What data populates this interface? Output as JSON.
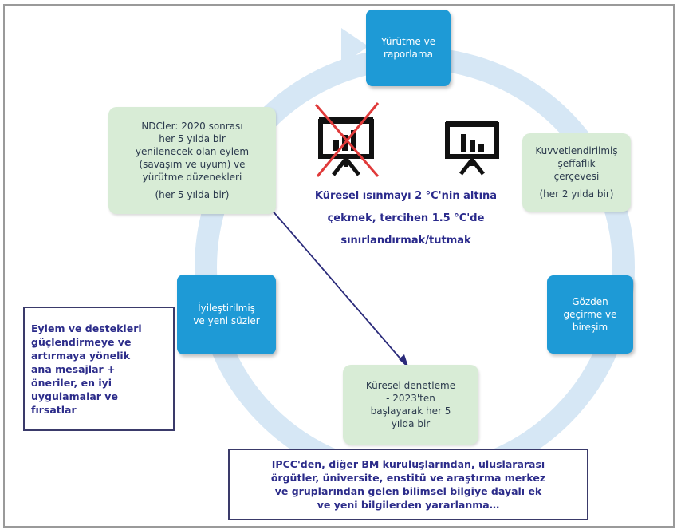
{
  "boxes": {
    "yurutme": [
      "Yürütme ve",
      "raporlama"
    ],
    "ndc": [
      "NDCler: 2020 sonrası",
      "her 5 yılda bir",
      "yenilenecek olan eylem",
      "(savaşım ve uyum) ve",
      "yürütme düzenekleri",
      "(her 5 yılda bir)"
    ],
    "kuvvet": [
      "Kuvvetlendirilmiş",
      "şeffaflık",
      "çerçevesi",
      "(her 2 yılda bir)"
    ],
    "gozden": [
      "Gözden",
      "geçirme ve",
      "bireşim"
    ],
    "iyilestirilmis": [
      "İyileştirilmiş",
      "ve yeni süzler"
    ],
    "kuresel_denetleme": [
      "Küresel denetleme",
      "- 2023'ten",
      "başlayarak her 5",
      "yılda bir"
    ],
    "eylem": [
      "Eylem ve destekleri",
      "güçlendirmeye ve",
      "artırmaya yönelik",
      "ana mesajlar +",
      "öneriler, en iyi",
      "uygulamalar ve",
      "fırsatlar"
    ],
    "ipcc": [
      "IPCC'den, diğer BM kuruluşlarından, uluslararası",
      "örgütler, üniversite, enstitü ve araştırma merkez",
      "ve gruplarından gelen bilimsel bilgiye dayalı ek",
      "ve yeni bilgilerden yararlanma…"
    ]
  },
  "center": [
    "Küresel ısınmayı 2 °C'nin altına",
    "çekmek, tercihen 1.5 °C'de",
    "sınırlandırmak/tutmak"
  ],
  "colors": {
    "ring": "#d6e7f5",
    "blue_box": "#1e9ad6",
    "green_box": "#d8ecd6",
    "cross": "#e03a3a",
    "arrow": "#2a2a7a"
  }
}
